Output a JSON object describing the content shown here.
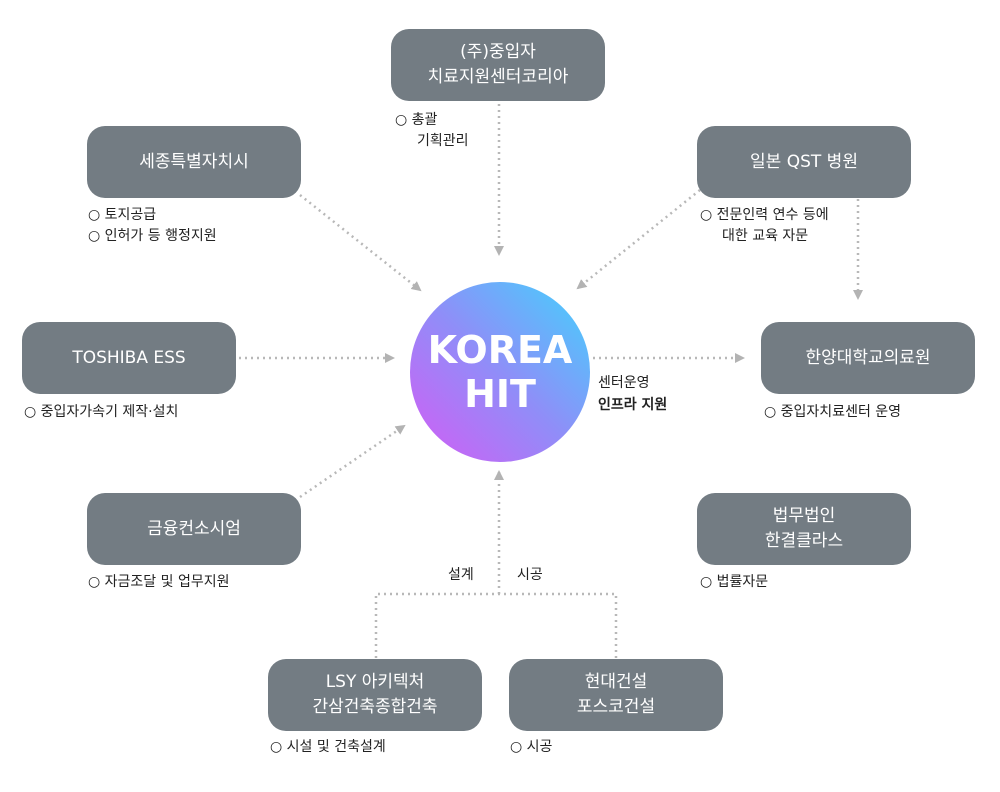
{
  "center": {
    "line1": "KOREA",
    "line2": "HIT",
    "note1": "센터운영",
    "note2": "인프라 지원"
  },
  "nodes": {
    "top": {
      "line1": "(주)중입자",
      "line2": "치료지원센터코리아",
      "note1": "○ 총괄",
      "note2": "기획관리"
    },
    "sejong": {
      "line1": "세종특별자치시",
      "note1": "○ 토지공급",
      "note2": "○ 인허가 등 행정지원"
    },
    "qst": {
      "line1": "일본 QST 병원",
      "note1": "○ 전문인력 연수 등에",
      "note2": "대한 교육 자문"
    },
    "toshiba": {
      "line1": "TOSHIBA ESS",
      "note1": "○ 중입자가속기 제작·설치"
    },
    "hanyang": {
      "line1": "한양대학교의료원",
      "note1": "○ 중입자치료센터 운영"
    },
    "finance": {
      "line1": "금융컨소시엄",
      "note1": "○ 자금조달 및 업무지원"
    },
    "law": {
      "line1": "법무법인",
      "line2": "한결클라스",
      "note1": "○ 법률자문"
    },
    "lsy": {
      "line1": "LSY 아키텍처",
      "line2": "간삼건축종합건축",
      "note1": "○ 시설 및 건축설계"
    },
    "hyundai": {
      "line1": "현대건설",
      "line2": "포스코건설",
      "note1": "○ 시공"
    }
  },
  "labels": {
    "design": "설계",
    "construction": "시공"
  },
  "colors": {
    "box": "#737c83",
    "line": "#b8b8b8"
  }
}
